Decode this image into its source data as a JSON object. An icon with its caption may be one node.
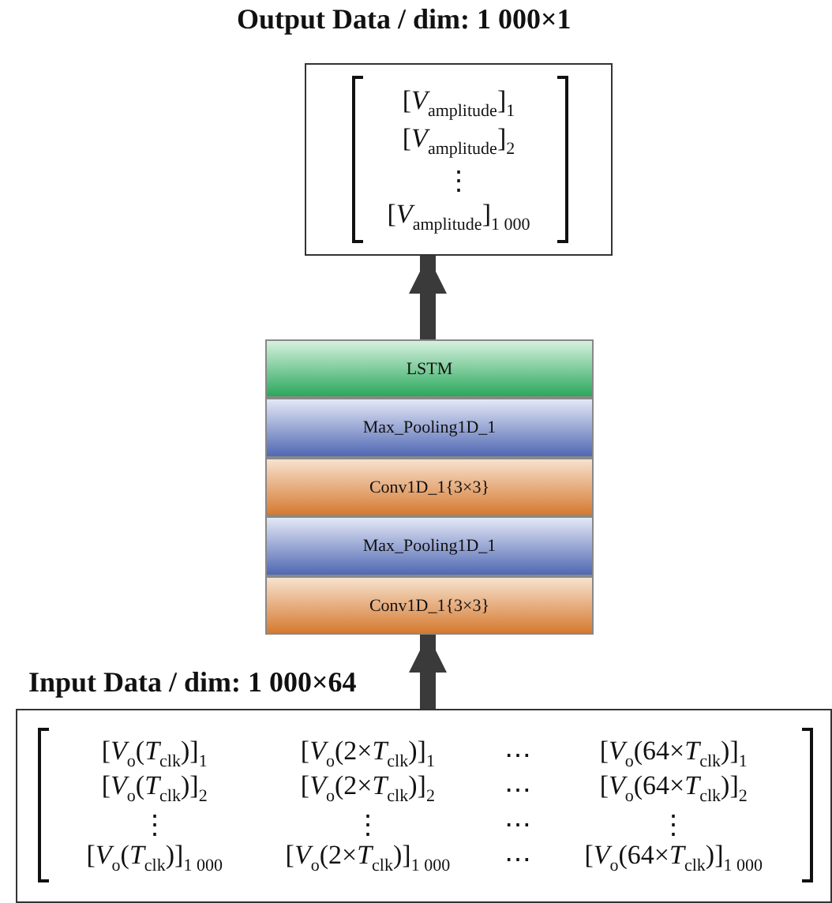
{
  "diagram": {
    "nodes": [
      {
        "text": [
          "Output Data / dim: 1 000×1",
          "[*V*$_{amplitude}$]$_{1}$",
          "[*V*$_{amplitude}$]$_{2}$",
          "⋮",
          "[*V*$_{amplitude}$]$_{1 000}$"
        ]
      },
      {
        "text": [
          "LSTM"
        ]
      },
      {
        "text": [
          "Max_Pooling1D_1"
        ]
      },
      {
        "text": [
          "Conv1D_1{3×3}"
        ]
      },
      {
        "text": [
          "Max_Pooling1D_1"
        ]
      },
      {
        "text": [
          "Conv1D_1{3×3}"
        ]
      },
      {
        "text": [
          "Input Data / dim: 1 000×64",
          "[*V*$_{o}$(*T*$_{clk}$)]$_{1}$",
          "[*V*$_{o}$(2×*T*$_{clk}$)]$_{1}$",
          "⋯",
          "[*V*$_{o}$(64×*T*$_{clk}$)]$_{1}$",
          "[*V*$_{o}$(*T*$_{clk}$)]$_{2}$",
          "[*V*$_{o}$(2×*T*$_{clk}$)]$_{2}$",
          "⋯",
          "[*V*$_{o}$(64×*T*$_{clk}$)]$_{2}$",
          "⋮",
          "⋮",
          "⋯",
          "⋮",
          "[*V*$_{o}$(*T*$_{clk}$)]$_{1 000}$",
          "[*V*$_{o}$(2×*T*$_{clk}$)]$_{1 000}$",
          "⋯",
          "[*V*$_{o}$(64×*T*$_{clk}$)]$_{1 000}$"
        ]
      }
    ],
    "edges": [
      {
        "from": 6,
        "to": 5,
        "arrow": "to"
      },
      {
        "from": 1,
        "to": 0,
        "arrow": "to"
      }
    ]
  }
}
